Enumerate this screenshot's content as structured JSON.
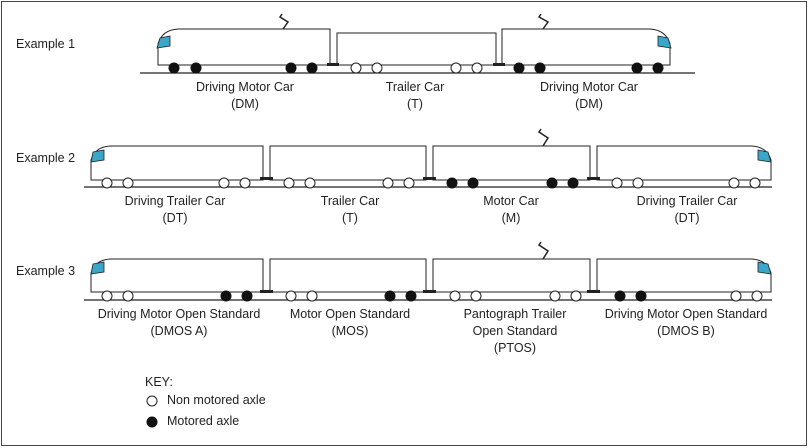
{
  "examples": [
    {
      "title": "Example 1",
      "cars": [
        {
          "name": "Driving Motor Car",
          "code": "(DM)"
        },
        {
          "name": "Trailer Car",
          "code": "(T)"
        },
        {
          "name": "Driving Motor Car",
          "code": "(DM)"
        }
      ]
    },
    {
      "title": "Example 2",
      "cars": [
        {
          "name": "Driving Trailer Car",
          "code": "(DT)"
        },
        {
          "name": "Trailer Car",
          "code": "(T)"
        },
        {
          "name": "Motor Car",
          "code": "(M)"
        },
        {
          "name": "Driving Trailer Car",
          "code": "(DT)"
        }
      ]
    },
    {
      "title": "Example 3",
      "cars": [
        {
          "name": "Driving Motor Open Standard",
          "code": "(DMOS A)"
        },
        {
          "name": "Motor Open Standard",
          "code": "(MOS)"
        },
        {
          "name": "Pantograph Trailer",
          "name2": "Open Standard",
          "code": "(PTOS)"
        },
        {
          "name": "Driving Motor Open Standard",
          "code": "(DMOS B)"
        }
      ]
    }
  ],
  "key": {
    "title": "KEY:",
    "non_motored": "Non motored axle",
    "motored": "Motored axle"
  },
  "colors": {
    "window": "#3aa6c9",
    "motored": "#111111",
    "line": "#222222"
  }
}
